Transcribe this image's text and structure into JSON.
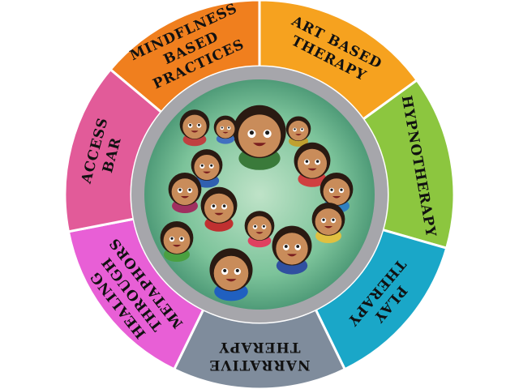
{
  "segments": [
    {
      "id": "mindfulness",
      "lines": [
        "MINDFLNESS",
        "BASED",
        "PRACTICES"
      ],
      "color": "#f07f1e"
    },
    {
      "id": "art",
      "lines": [
        "ART BASED",
        "THERAPY"
      ],
      "color": "#f6a21f"
    },
    {
      "id": "hypno",
      "lines": [
        "HYPNOTHERAPY"
      ],
      "color": "#8cc63f"
    },
    {
      "id": "play",
      "lines": [
        "PLAY",
        "THERAPY"
      ],
      "color": "#1aa7c8"
    },
    {
      "id": "narrative",
      "lines": [
        "NARRATIVE",
        "THERAPY"
      ],
      "color": "#7f8c9c"
    },
    {
      "id": "healing",
      "lines": [
        "HEALING",
        "THROUGH",
        "METAPHORS"
      ],
      "color": "#e85fd6"
    },
    {
      "id": "access",
      "lines": [
        "ACCESS",
        "BAR"
      ],
      "color": "#e25b99"
    }
  ],
  "illustration": {
    "description_icon": "children-looking-up-icon"
  }
}
